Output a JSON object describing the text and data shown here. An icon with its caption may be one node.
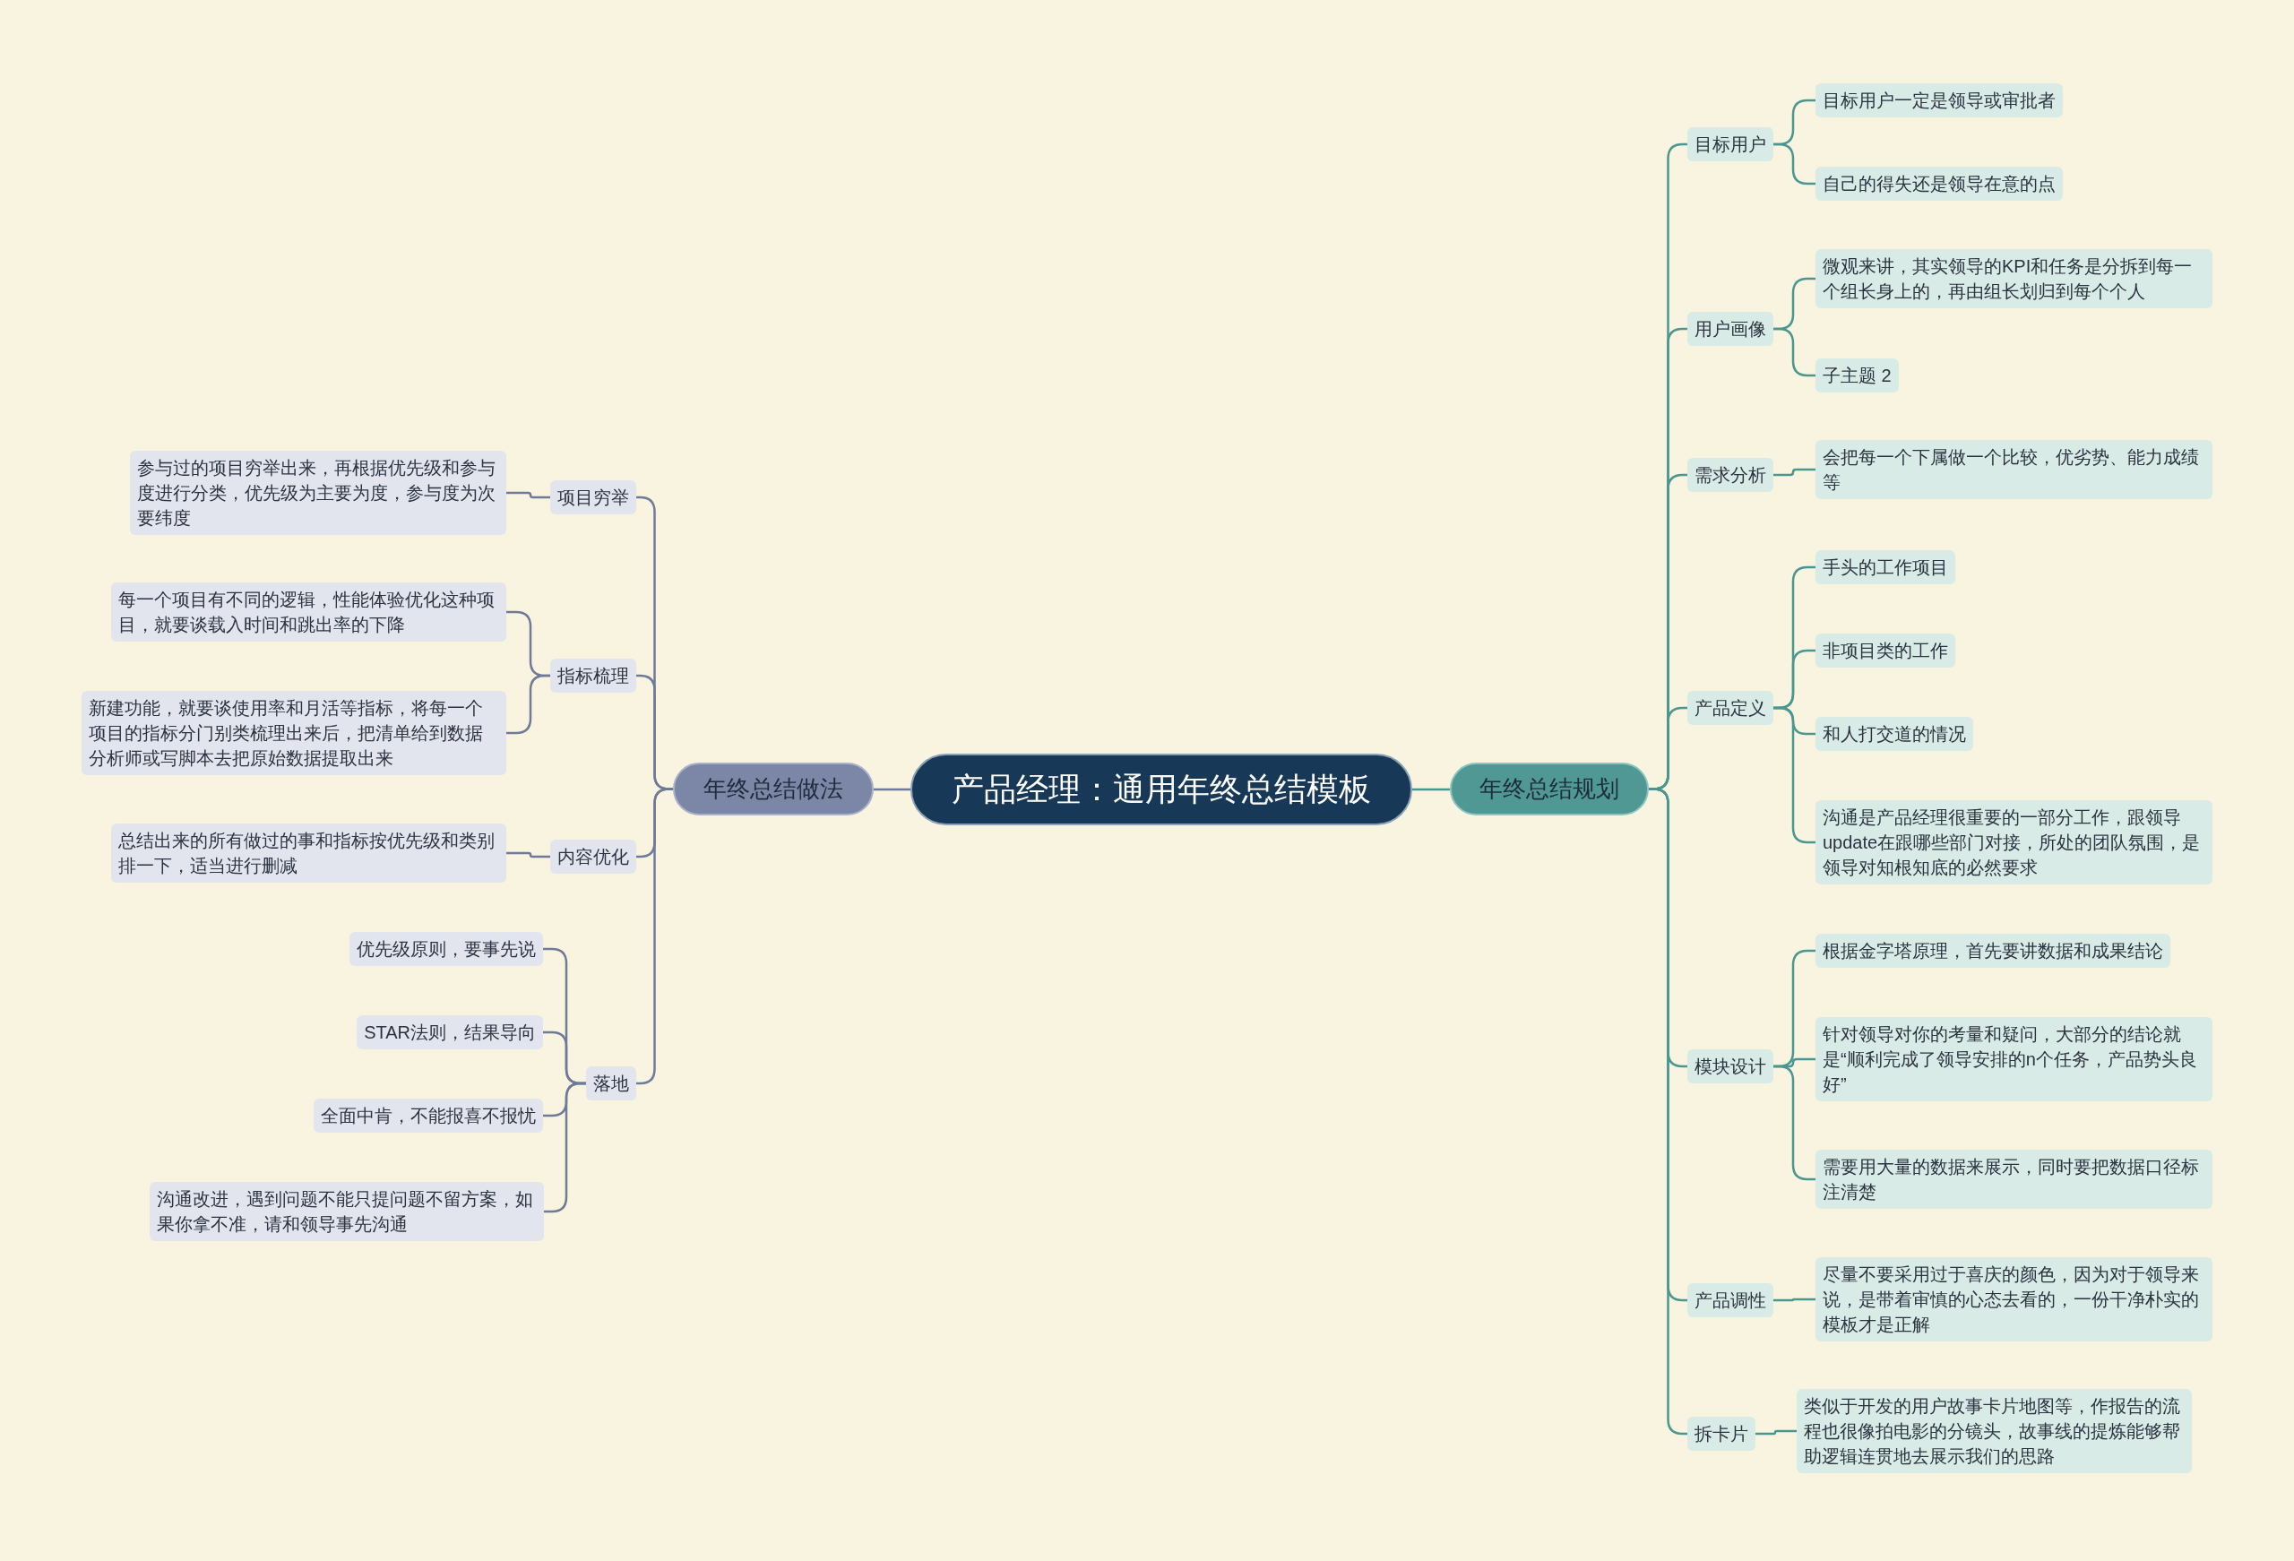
{
  "diagram": {
    "nodes": [
      {
        "text": [
          "产品经理：通用年终总结模板"
        ]
      },
      {
        "text": [
          "年终总结做法"
        ]
      },
      {
        "text": [
          "项目穷举"
        ]
      },
      {
        "text": [
          "参与过的项目穷举出来，再根据优先级和参与度进行分类，优先级为主要为度，参与度为次要纬度"
        ]
      },
      {
        "text": [
          "指标梳理"
        ]
      },
      {
        "text": [
          "每一个项目有不同的逻辑，性能体验优化这种项目，就要谈载入时间和跳出率的下降"
        ]
      },
      {
        "text": [
          "新建功能，就要谈使用率和月活等指标，将每一个项目的指标分门别类梳理出来后，把清单给到数据分析师或写脚本去把原始数据提取出来"
        ]
      },
      {
        "text": [
          "内容优化"
        ]
      },
      {
        "text": [
          "总结出来的所有做过的事和指标按优先级和类别排一下，适当进行删减"
        ]
      },
      {
        "text": [
          "落地"
        ]
      },
      {
        "text": [
          "优先级原则，要事先说"
        ]
      },
      {
        "text": [
          "STAR法则，结果导向"
        ]
      },
      {
        "text": [
          "全面中肯，不能报喜不报忧"
        ]
      },
      {
        "text": [
          "沟通改进，遇到问题不能只提问题不留方案，如果你拿不准，请和领导事先沟通"
        ]
      },
      {
        "text": [
          "年终总结规划"
        ]
      },
      {
        "text": [
          "目标用户"
        ]
      },
      {
        "text": [
          "目标用户一定是领导或审批者"
        ]
      },
      {
        "text": [
          "自己的得失还是领导在意的点"
        ]
      },
      {
        "text": [
          "用户画像"
        ]
      },
      {
        "text": [
          "微观来讲，其实领导的KPI和任务是分拆到每一个组长身上的，再由组长划归到每个个人"
        ]
      },
      {
        "text": [
          "子主题 2"
        ]
      },
      {
        "text": [
          "需求分析"
        ]
      },
      {
        "text": [
          "会把每一个下属做一个比较，优劣势、能力成绩等"
        ]
      },
      {
        "text": [
          "产品定义"
        ]
      },
      {
        "text": [
          "手头的工作项目"
        ]
      },
      {
        "text": [
          "非项目类的工作"
        ]
      },
      {
        "text": [
          "和人打交道的情况"
        ]
      },
      {
        "text": [
          "沟通是产品经理很重要的一部分工作，跟领导update在跟哪些部门对接，所处的团队氛围，是领导对知根知底的必然要求"
        ]
      },
      {
        "text": [
          "模块设计"
        ]
      },
      {
        "text": [
          "根据金字塔原理，首先要讲数据和成果结论"
        ]
      },
      {
        "text": [
          "针对领导对你的考量和疑问，大部分的结论就是“顺利完成了领导安排的n个任务，产品势头良好”"
        ]
      },
      {
        "text": [
          "需要用大量的数据来展示，同时要把数据口径标注清楚"
        ]
      },
      {
        "text": [
          "产品调性"
        ]
      },
      {
        "text": [
          "尽量不要采用过于喜庆的颜色，因为对于领导来说，是带着审慎的心态去看的，一份干净朴实的模板才是正解"
        ]
      },
      {
        "text": [
          "拆卡片"
        ]
      },
      {
        "text": [
          "类似于开发的用户故事卡片地图等，作报告的流程也很像拍电影的分镜头，故事线的提炼能够帮助逻辑连贯地去展示我们的思路"
        ]
      }
    ],
    "edges": [
      {
        "from": 0,
        "to": 1,
        "arrow": "none",
        "color": "#6f7a9a"
      },
      {
        "from": 1,
        "to": 2,
        "arrow": "none",
        "color": "#6f7a9a"
      },
      {
        "from": 2,
        "to": 3,
        "arrow": "none",
        "color": "#6f7a9a"
      },
      {
        "from": 1,
        "to": 4,
        "arrow": "none",
        "color": "#6f7a9a"
      },
      {
        "from": 4,
        "to": 5,
        "arrow": "none",
        "color": "#6f7a9a"
      },
      {
        "from": 4,
        "to": 6,
        "arrow": "none",
        "color": "#6f7a9a"
      },
      {
        "from": 1,
        "to": 7,
        "arrow": "none",
        "color": "#6f7a9a"
      },
      {
        "from": 7,
        "to": 8,
        "arrow": "none",
        "color": "#6f7a9a"
      },
      {
        "from": 1,
        "to": 9,
        "arrow": "none",
        "color": "#6f7a9a"
      },
      {
        "from": 9,
        "to": 10,
        "arrow": "none",
        "color": "#6f7a9a"
      },
      {
        "from": 9,
        "to": 11,
        "arrow": "none",
        "color": "#6f7a9a"
      },
      {
        "from": 9,
        "to": 12,
        "arrow": "none",
        "color": "#6f7a9a"
      },
      {
        "from": 9,
        "to": 13,
        "arrow": "none",
        "color": "#6f7a9a"
      },
      {
        "from": 0,
        "to": 14,
        "arrow": "none"
      },
      {
        "from": 14,
        "to": 15,
        "arrow": "none"
      },
      {
        "from": 15,
        "to": 16,
        "arrow": "none"
      },
      {
        "from": 15,
        "to": 17,
        "arrow": "none"
      },
      {
        "from": 14,
        "to": 18,
        "arrow": "none"
      },
      {
        "from": 18,
        "to": 19,
        "arrow": "none"
      },
      {
        "from": 18,
        "to": 20,
        "arrow": "none"
      },
      {
        "from": 14,
        "to": 21,
        "arrow": "none"
      },
      {
        "from": 21,
        "to": 22,
        "arrow": "none"
      },
      {
        "from": 14,
        "to": 23,
        "arrow": "none"
      },
      {
        "from": 23,
        "to": 24,
        "arrow": "none"
      },
      {
        "from": 23,
        "to": 25,
        "arrow": "none"
      },
      {
        "from": 23,
        "to": 26,
        "arrow": "none"
      },
      {
        "from": 23,
        "to": 27,
        "arrow": "none"
      },
      {
        "from": 14,
        "to": 28,
        "arrow": "none"
      },
      {
        "from": 28,
        "to": 29,
        "arrow": "none"
      },
      {
        "from": 28,
        "to": 30,
        "arrow": "none"
      },
      {
        "from": 28,
        "to": 31,
        "arrow": "none"
      },
      {
        "from": 14,
        "to": 32,
        "arrow": "none"
      },
      {
        "from": 32,
        "to": 33,
        "arrow": "none"
      },
      {
        "from": 14,
        "to": 34,
        "arrow": "none"
      },
      {
        "from": 34,
        "to": 35,
        "arrow": "none"
      }
    ]
  }
}
